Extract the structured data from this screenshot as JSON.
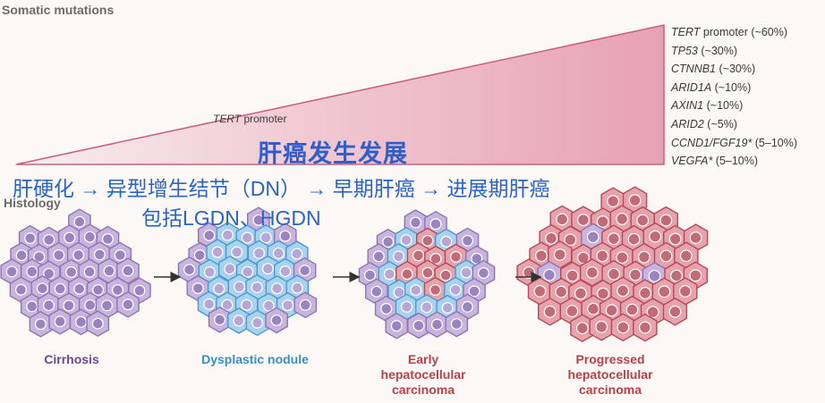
{
  "header": {
    "somatic_title": "Somatic mutations",
    "histology_title": "Histology",
    "tert_label_gene": "TERT",
    "tert_label_suffix": " promoter"
  },
  "mutations": [
    {
      "gene": "TERT",
      "suffix": " promoter (~60%)"
    },
    {
      "gene": "TP53",
      "suffix": " (~30%)"
    },
    {
      "gene": "CTNNB1",
      "suffix": " (~30%)"
    },
    {
      "gene": "ARID1A",
      "suffix": " (~10%)"
    },
    {
      "gene": "AXIN1",
      "suffix": " (~10%)"
    },
    {
      "gene": "ARID2",
      "suffix": " (~5%)"
    },
    {
      "gene": "CCND1/FGF19*",
      "suffix": " (5–10%)"
    },
    {
      "gene": "VEGFA*",
      "suffix": " (5–10%)"
    }
  ],
  "overlay": {
    "title": "肝癌发生发展",
    "progression_line1": "肝硬化 → 异型增生结节（DN） →  早期肝癌   → 进展期肝癌",
    "progression_line2": "包括LGDN、HGDN"
  },
  "stages": {
    "cirrhosis": "Cirrhosis",
    "dysplastic": "Dysplastic nodule",
    "early": [
      "Early",
      "hepatocellular",
      "carcinoma"
    ],
    "progressed": [
      "Progressed",
      "hepatocellular",
      "carcinoma"
    ]
  },
  "colors": {
    "wedge": "#e8a5b6",
    "normal_cell": "#c4b0da",
    "dysplastic_cell": "#8fc3e6",
    "tumor_cell": "#d98a96",
    "overlay_text": "#2b63c6"
  }
}
